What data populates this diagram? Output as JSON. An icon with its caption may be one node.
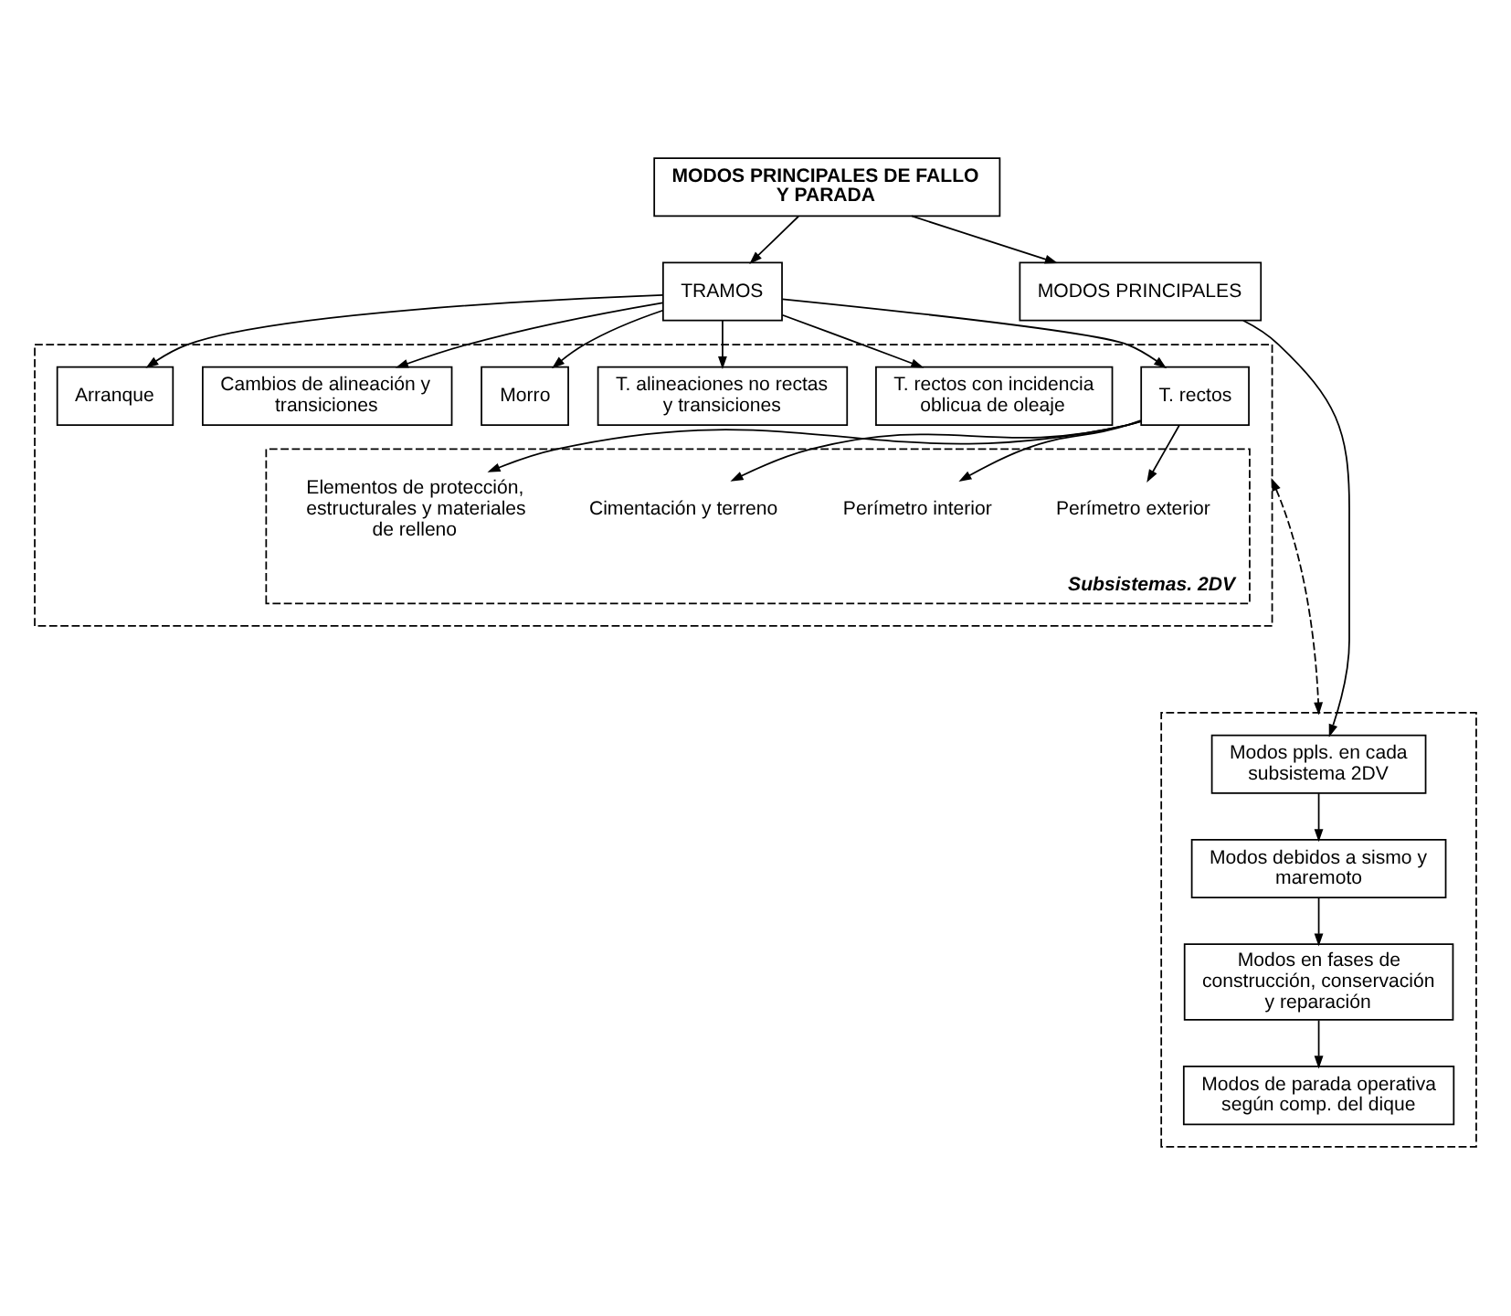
{
  "diagram": {
    "nodes": [
      {
        "text": [
          "MODOS PRINCIPALES DE FALLO Y PARADA"
        ]
      },
      {
        "text": [
          "TRAMOS"
        ]
      },
      {
        "text": [
          "MODOS PRINCIPALES"
        ]
      },
      {
        "text": [],
        "shape": "box"
      },
      {
        "text": [
          "T. rectos"
        ],
        "in": 3
      },
      {
        "text": [
          "Subsistemas. 2DV"
        ],
        "in": 3
      },
      {
        "text": [
          "Perímetro exterior"
        ],
        "in": 5
      },
      {
        "text": [
          "Perímetro interior"
        ],
        "in": 5
      },
      {
        "text": [
          "Cimentación y terreno"
        ],
        "in": 5
      },
      {
        "text": [
          "Elementos de protección, estructurales y materiales de relleno"
        ],
        "in": 5
      },
      {
        "text": [
          "T. rectos con incidencia oblicua de oleaje"
        ],
        "in": 3
      },
      {
        "text": [
          "T. alineaciones no rectas y transiciones"
        ],
        "in": 3
      },
      {
        "text": [
          "Morro"
        ],
        "in": 3
      },
      {
        "text": [
          "Cambios de alineación y transiciones"
        ],
        "in": 3
      },
      {
        "text": [
          "Arranque"
        ],
        "in": 3
      },
      {
        "text": [],
        "shape": "box"
      },
      {
        "text": [
          "Modos ppls. en cada subsistema 2DV"
        ],
        "in": 15
      },
      {
        "text": [
          "Modos debidos a sismo y maremoto"
        ],
        "in": 15
      },
      {
        "text": [
          "Modos en fases de construcción, conservación y reparación"
        ],
        "in": 15
      },
      {
        "text": [
          "Modos de parada operativa según comp. del dique"
        ],
        "in": 15
      }
    ],
    "edges": [
      {
        "from": 0,
        "to": 1,
        "arrow": "to"
      },
      {
        "from": 0,
        "to": 2,
        "arrow": "to"
      },
      {
        "from": 1,
        "to": 4,
        "arrow": "to"
      },
      {
        "from": 1,
        "to": 10,
        "arrow": "to"
      },
      {
        "from": 1,
        "to": 11,
        "arrow": "to"
      },
      {
        "from": 1,
        "to": 12,
        "arrow": "to"
      },
      {
        "from": 1,
        "to": 13,
        "arrow": "to"
      },
      {
        "from": 1,
        "to": 14,
        "arrow": "to"
      },
      {
        "from": 4,
        "to": 6,
        "arrow": "to"
      },
      {
        "from": 4,
        "to": 7,
        "arrow": "to"
      },
      {
        "from": 4,
        "to": 8,
        "arrow": "to"
      },
      {
        "from": 4,
        "to": 9,
        "arrow": "to"
      },
      {
        "from": 2,
        "to": 16,
        "arrow": "to"
      },
      {
        "from": 16,
        "to": 17,
        "arrow": "to"
      },
      {
        "from": 17,
        "to": 18,
        "arrow": "to"
      },
      {
        "from": 18,
        "to": 19,
        "arrow": "to"
      },
      {
        "from": 3,
        "to": 15,
        "arrow": "both",
        "style": "dashed"
      }
    ]
  }
}
